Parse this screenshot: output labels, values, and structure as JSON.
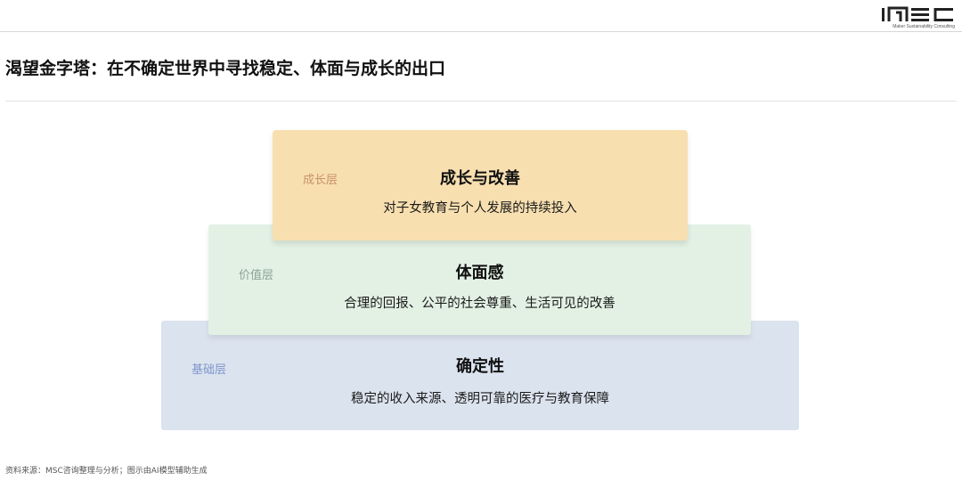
{
  "header": {
    "logo_text": "MSC",
    "logo_subtitle": "Maker Sustainability Consulting"
  },
  "title": "渴望金字塔：在不确定世界中寻找稳定、体面与成长的出口",
  "pyramid": {
    "layers": [
      {
        "tag": "成长层",
        "heading": "成长与改善",
        "description": "对子女教育与个人发展的持续投入",
        "color": "#f8dfb0"
      },
      {
        "tag": "价值层",
        "heading": "体面感",
        "description": "合理的回报、公平的社会尊重、生活可见的改善",
        "color": "#e3f1e5"
      },
      {
        "tag": "基础层",
        "heading": "确定性",
        "description": "稳定的收入来源、透明可靠的医疗与教育保障",
        "color": "#dbe3ef"
      }
    ]
  },
  "footer": {
    "source": "资料来源：MSC咨询整理与分析；图示由AI模型辅助生成"
  }
}
